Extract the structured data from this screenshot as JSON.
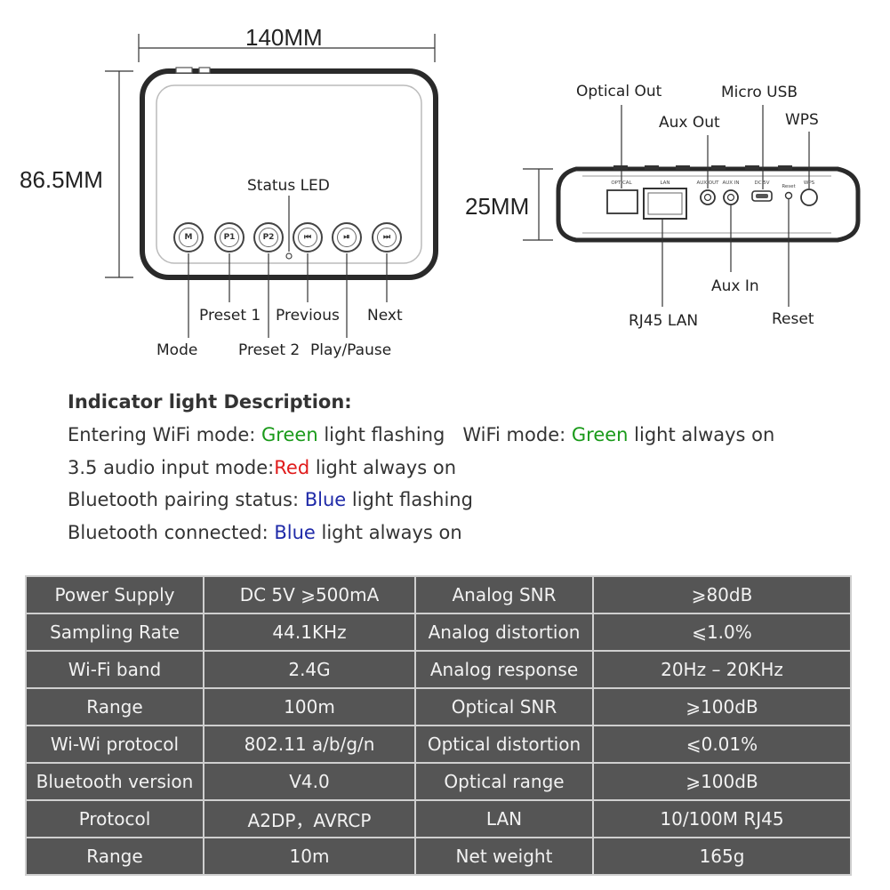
{
  "dimensions": {
    "width_label": "140MM",
    "height_label": "86.5MM",
    "depth_label": "25MM"
  },
  "front_panel": {
    "status_led_label": "Status LED",
    "buttons": [
      {
        "glyph": "M",
        "label": "Mode"
      },
      {
        "glyph": "P1",
        "label": "Preset 1"
      },
      {
        "glyph": "P2",
        "label": "Preset 2"
      },
      {
        "glyph": "⏮",
        "label": "Previous"
      },
      {
        "glyph": "⏯",
        "label": "Play/Pause"
      },
      {
        "glyph": "⏭",
        "label": "Next"
      }
    ]
  },
  "rear_panel": {
    "port_printed": {
      "optical": "OPTICAL",
      "lan": "LAN",
      "aux_out": "AUX OUT",
      "aux_in": "AUX IN",
      "dc5v": "DC 5V",
      "reset": "Reset",
      "wps": "WPS"
    },
    "labels": {
      "optical_out": "Optical Out",
      "aux_out": "Aux Out",
      "micro_usb": "Micro USB",
      "wps": "WPS",
      "rj45_lan": "RJ45 LAN",
      "aux_in": "Aux In",
      "reset": "Reset"
    }
  },
  "indicator": {
    "title": "Indicator light Description:",
    "line1": {
      "a_pre": "Entering WiFi mode: ",
      "a_color": "Green",
      "a_post": " light flashing",
      "b_pre": "WiFi mode: ",
      "b_color": "Green",
      "b_post": " light always on"
    },
    "line2": {
      "pre": "3.5 audio input mode:",
      "color": "Red",
      "post": " light always on"
    },
    "line3": {
      "pre": "Bluetooth pairing status: ",
      "color": "Blue",
      "post": " light flashing"
    },
    "line4": {
      "pre": "Bluetooth connected: ",
      "color": "Blue",
      "post": " light always on"
    },
    "colors": {
      "green": "#1a9a1a",
      "red": "#e01b1b",
      "blue": "#1f2aa8"
    }
  },
  "specs": {
    "rows": [
      [
        "Power Supply",
        "DC 5V ⩾500mA",
        "Analog SNR",
        "⩾80dB"
      ],
      [
        "Sampling Rate",
        "44.1KHz",
        "Analog distortion",
        "⩽1.0%"
      ],
      [
        "Wi-Fi band",
        "2.4G",
        "Analog response",
        "20Hz – 20KHz"
      ],
      [
        "Range",
        "100m",
        "Optical SNR",
        "⩾100dB"
      ],
      [
        "Wi-Wi protocol",
        "802.11 a/b/g/n",
        "Optical distortion",
        "⩽0.01%"
      ],
      [
        "Bluetooth version",
        "V4.0",
        "Optical range",
        "⩾100dB"
      ],
      [
        "Protocol",
        "A2DP，AVRCP",
        "LAN",
        "10/100M RJ45"
      ],
      [
        "Range",
        "10m",
        "Net weight",
        "165g"
      ]
    ],
    "colors": {
      "background": "#555555",
      "border": "#cfcfcf",
      "text": "#f2f2f2"
    }
  }
}
